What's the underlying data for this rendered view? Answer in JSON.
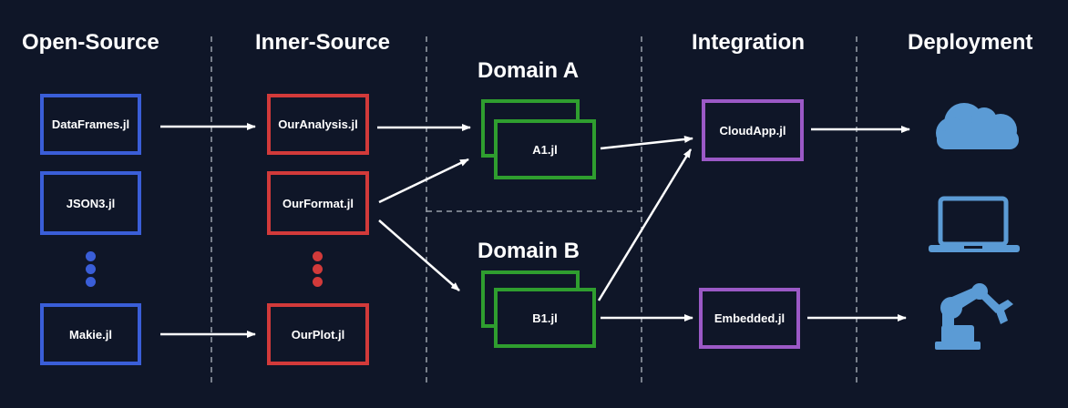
{
  "headings": {
    "open_source": "Open-Source",
    "inner_source": "Inner-Source",
    "domain_a": "Domain A",
    "integration": "Integration",
    "deployment": "Deployment",
    "domain_b": "Domain B"
  },
  "open_source": {
    "color": "#3a5ed8",
    "items": [
      "DataFrames.jl",
      "JSON3.jl",
      "Makie.jl"
    ]
  },
  "inner_source": {
    "color": "#d23a3a",
    "items": [
      "OurAnalysis.jl",
      "OurFormat.jl",
      "OurPlot.jl"
    ]
  },
  "domains": {
    "color": "#2f9e2f",
    "a_item": "A1.jl",
    "b_item": "B1.jl"
  },
  "integration": {
    "color": "#9b59c6",
    "items": [
      "CloudApp.jl",
      "Embedded.jl"
    ]
  },
  "deployment": {
    "icon_color": "#5b9bd5",
    "icons": [
      "cloud-icon",
      "laptop-icon",
      "robot-arm-icon"
    ]
  }
}
